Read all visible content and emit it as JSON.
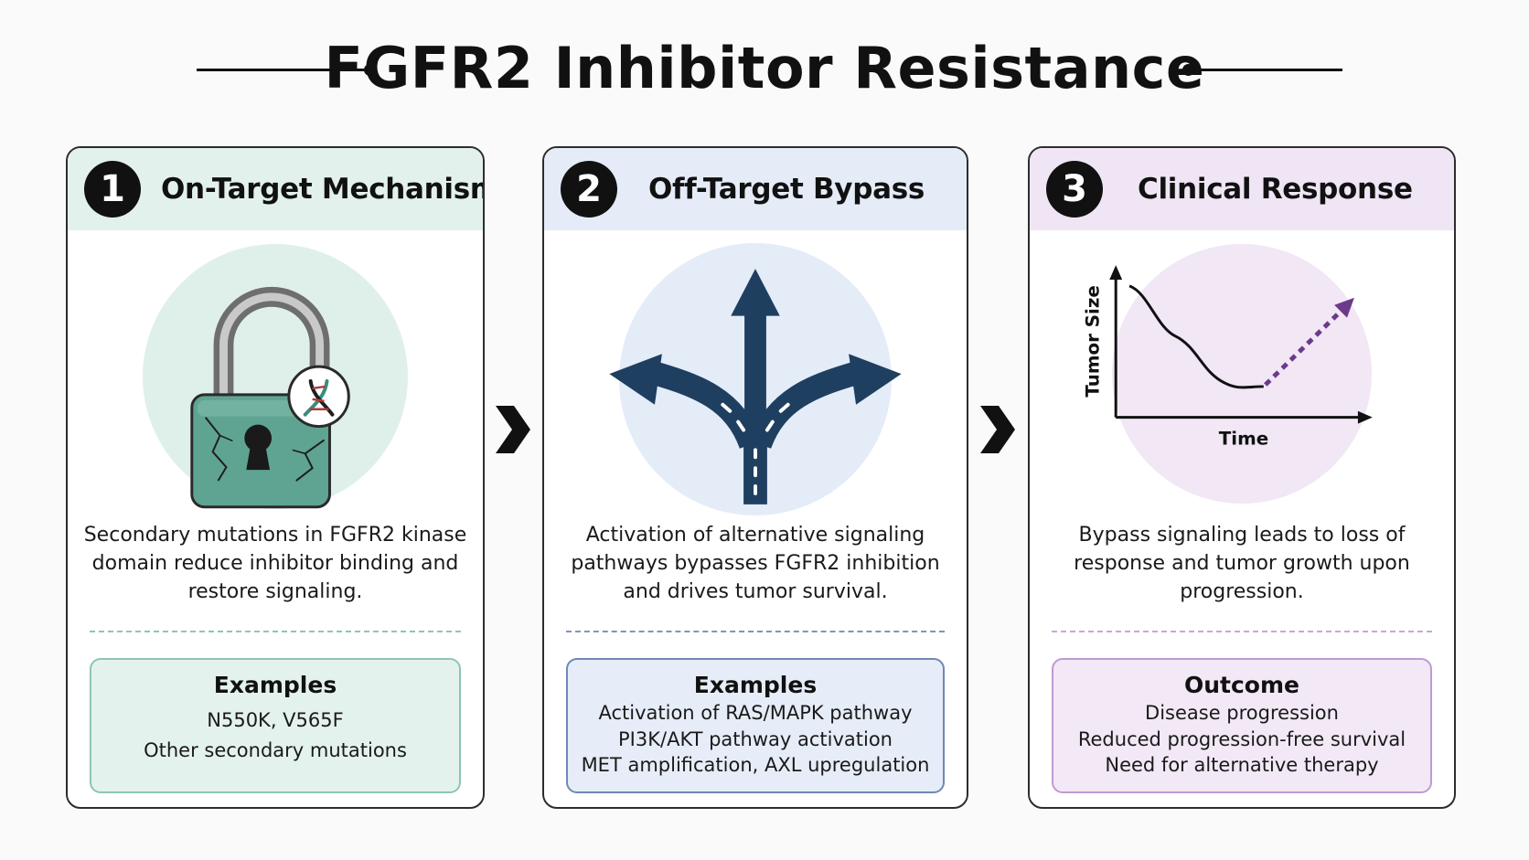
{
  "title": "FGFR2 Inhibitor Resistance",
  "panels": [
    {
      "number": "1",
      "title": "On-Target Mechanism",
      "icon": "cracked-padlock-dna-icon",
      "description": "Secondary mutations in FGFR2 kinase domain reduce inhibitor binding and restore signaling.",
      "box_title": "Examples",
      "items": [
        "N550K, V565F",
        "Other secondary mutations"
      ]
    },
    {
      "number": "2",
      "title": "Off-Target Bypass",
      "icon": "diverging-road-arrows-icon",
      "description": "Activation of alternative signaling pathways bypasses FGFR2 inhibition and drives tumor survival.",
      "box_title": "Examples",
      "items": [
        "Activation of RAS/MAPK pathway",
        "PI3K/AKT pathway activation",
        "MET amplification, AXL upregulation"
      ]
    },
    {
      "number": "3",
      "title": "Clinical Response",
      "icon": "tumor-size-curve-icon",
      "chart_labels": {
        "ylabel": "Tumor Size",
        "xlabel": "Time"
      },
      "description": "Bypass signaling leads to loss of response and tumor growth upon progression.",
      "box_title": "Outcome",
      "items": [
        "Disease progression",
        "Reduced progression-free survival",
        "Need for alternative therapy"
      ]
    }
  ],
  "colors": {
    "panel1": "#e2f1ec",
    "panel2": "#e5ecf8",
    "panel3": "#efe5f4",
    "lock": "#5fa492",
    "arrows": "#1f3f60",
    "trend": "#6b3a8c"
  }
}
